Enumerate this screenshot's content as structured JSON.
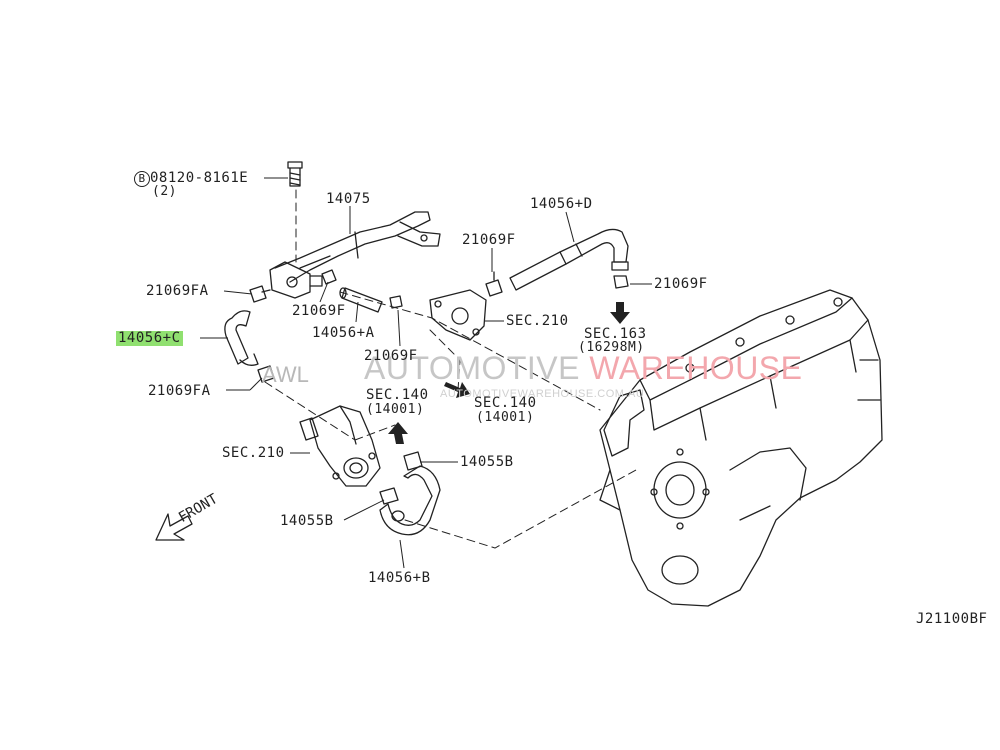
{
  "labels": {
    "bolt_part": "08120-8161E",
    "bolt_circle": "B",
    "bolt_qty": "(2)",
    "pipe": "14075",
    "hose_d": "14056+D",
    "clamp_f_top": "21069F",
    "clamp_f_right": "21069F",
    "clamp_fa_top": "21069FA",
    "hose_c": "14056+C",
    "clamp_fa_bottom": "21069FA",
    "clamp_f_mid": "21069F",
    "hose_a": "14056+A",
    "clamp_f_lower": "21069F",
    "sec210_right": "SEC.210",
    "sec163": "SEC.163",
    "sec163_sub": "(16298M)",
    "sec140_left": "SEC.140",
    "sec140_left_sub": "(14001)",
    "sec140_right": "SEC.140",
    "sec140_right_sub": "(14001)",
    "clamp_b_right": "14055B",
    "sec210_left": "SEC.210",
    "clamp_b_left": "14055B",
    "hose_b": "14056+B",
    "front": "FRONT",
    "diagram_id": "J21100BF"
  },
  "watermark": {
    "word1": "AUTOMOTIVE",
    "word2": "WAREHOUSE",
    "logo": "AWL",
    "url": "AUTOMOTIVEWAREHOUSE.COM.AU"
  },
  "colors": {
    "highlight": "#90e070",
    "line": "#222222",
    "watermark_red": "#f3a7ad",
    "watermark_grey": "#c6c6c6"
  }
}
